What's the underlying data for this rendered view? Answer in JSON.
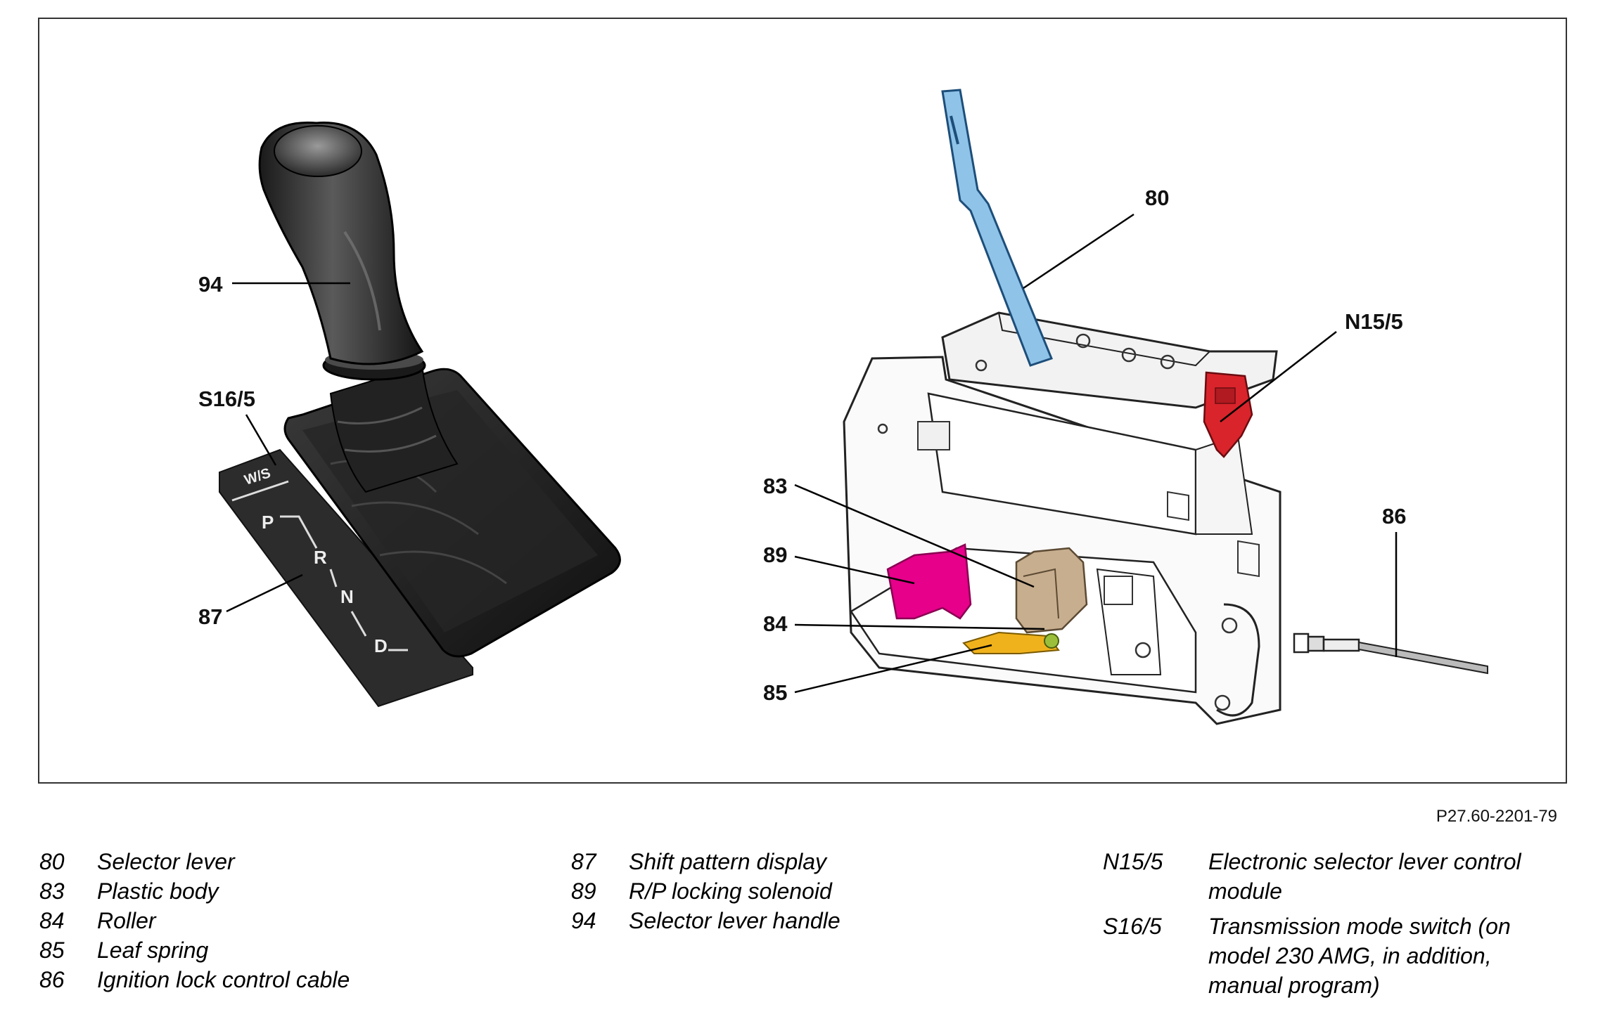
{
  "callouts": {
    "c94": "94",
    "cS16_5": "S16/5",
    "c87": "87",
    "c80": "80",
    "cN15_5": "N15/5",
    "c83": "83",
    "c89": "89",
    "c84": "84",
    "c85": "85",
    "c86": "86"
  },
  "shift_display": {
    "mode": "W/S",
    "gates": [
      "P",
      "R",
      "N",
      "D"
    ]
  },
  "figure_code": "P27.60-2201-79",
  "legend": {
    "col1": [
      {
        "num": "80",
        "text": "Selector lever"
      },
      {
        "num": "83",
        "text": "Plastic body"
      },
      {
        "num": "84",
        "text": "Roller"
      },
      {
        "num": "85",
        "text": "Leaf spring"
      },
      {
        "num": "86",
        "text": "Ignition lock control cable"
      }
    ],
    "col2": [
      {
        "num": "87",
        "text": "Shift pattern display"
      },
      {
        "num": "89",
        "text": "R/P locking solenoid"
      },
      {
        "num": "94",
        "text": "Selector lever handle"
      }
    ],
    "col3": [
      {
        "num": "N15/5",
        "text": "Electronic selector lever control module"
      },
      {
        "num": "S16/5",
        "text": "Transmission mode switch (on model 230 AMG, in addition, manual program)"
      }
    ]
  },
  "colors": {
    "selector_lever": "#8fc3e8",
    "control_module": "#d9242b",
    "solenoid": "#e6008a",
    "plastic_body": "#c7ae8f",
    "leaf_spring": "#f0b21c",
    "handle": "#2a2a2a"
  }
}
